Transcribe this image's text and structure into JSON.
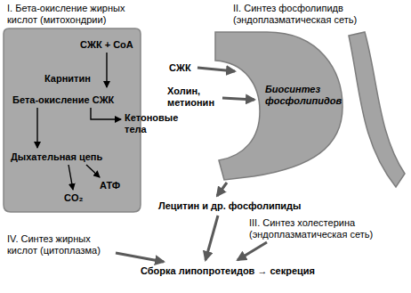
{
  "diagram": {
    "nodes": [
      {
        "text": [
          "I. Бета-окисление жирных кислот (митохондрии)",
          "СЖК + СоА",
          "Карнитин",
          "Бета-окисление СЖК",
          "Кетоновые тела",
          "Дыхательная цепь",
          "АТФ",
          "CO₂"
        ]
      },
      {
        "text": [
          "II. Синтез фосфолипидв (эндоплазматическая сеть)",
          "Биосинтез фосфолипидов"
        ]
      }
    ],
    "labels": [
      "СЖК",
      "Холин, метионин",
      "Лецитин и др. фосфолипиды",
      "III. Синтез холестерина (эндоплазматическая сеть)",
      "IV. Синтез жирных кислот (цитоплазма)",
      "Сборка липопротеидов → секреция"
    ]
  }
}
